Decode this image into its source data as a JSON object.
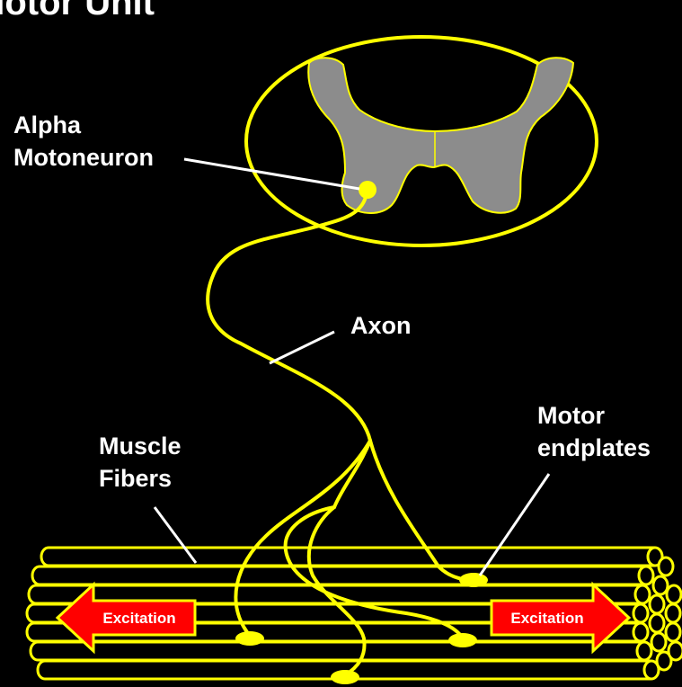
{
  "title": "Motor Unit",
  "labels": {
    "alpha_line1": "Alpha",
    "alpha_line2": "Motoneuron",
    "axon": "Axon",
    "motor_line1": "Motor",
    "motor_line2": "endplates",
    "muscle_line1": "Muscle",
    "muscle_line2": "Fibers",
    "excitation_left": "Excitation",
    "excitation_right": "Excitation"
  },
  "colors": {
    "background": "#000000",
    "nerve": "#ffff00",
    "gray_matter": "#8c8c8c",
    "arrow_fill": "#ff0000",
    "text": "#ffffff"
  }
}
